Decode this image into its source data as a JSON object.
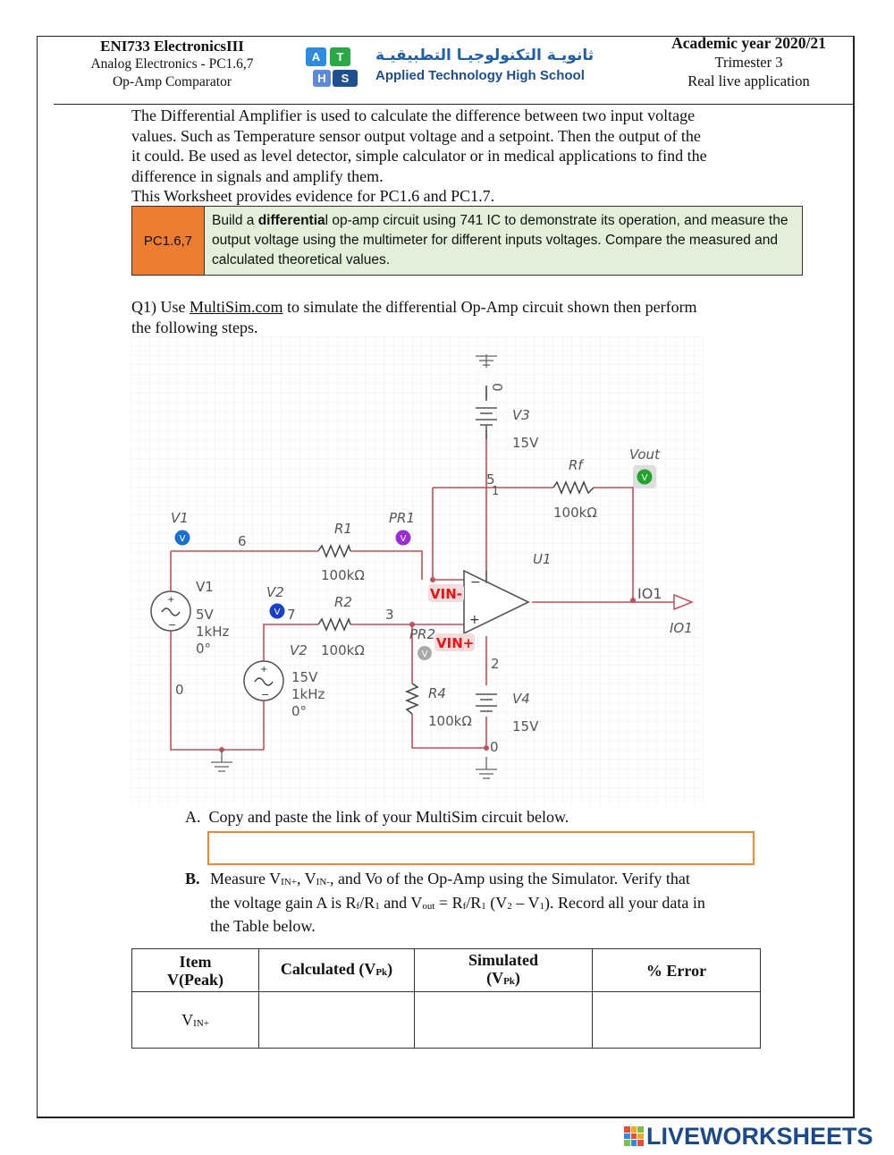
{
  "header": {
    "course": "ENI733 ElectronicsIII",
    "unit": "Analog Electronics - PC1.6,7",
    "topic": "Op-Amp Comparator",
    "year": "Academic year 2020/21",
    "trimester": "Trimester 3",
    "type": "Real live application",
    "logo_letters": [
      "A",
      "T",
      "H",
      "S"
    ],
    "school_arabic": "ثانويـة التكنولوجيـا التطبيقيـة",
    "school_english": "Applied Technology High School"
  },
  "intro": {
    "line1": "The Differential Amplifier is used to calculate the difference between two input voltage",
    "line2": "values. Such as Temperature sensor output voltage and a setpoint. Then the output of the",
    "line3": "it could. Be used as level detector, simple calculator or in medical applications to find the",
    "line4": "difference in signals and amplify them.",
    "line5": "This Worksheet provides evidence for PC1.6 and PC1.7."
  },
  "pc_box": {
    "code": "PC1.6,7",
    "desc_pre": "Build a ",
    "desc_bold": "differentia",
    "desc_post": "l op-amp circuit using 741 IC to demonstrate its operation, and measure the output voltage using the multimeter for different inputs voltages. Compare the measured and calculated theoretical values."
  },
  "q1": {
    "prefix": "Q1) Use ",
    "link": "MultiSim.com",
    "rest": " to simulate the differential Op-Amp circuit shown then perform",
    "line2": "the following steps."
  },
  "circuit": {
    "node0_top": "0",
    "v3_name": "V3",
    "v3_value": "15V",
    "node5": "5",
    "node1": "1",
    "rf_name": "Rf",
    "rf_value": "100kΩ",
    "vout_label": "Vout",
    "probe_v": "V",
    "v1_probe_label": "V1",
    "node6": "6",
    "r1_name": "R1",
    "pr1_label": "PR1",
    "r1_value": "100kΩ",
    "u1_label": "U1",
    "v1_name": "V1",
    "v1_amp": "5V",
    "v1_freq": "1kHz",
    "v1_phase": "0°",
    "v2_probe_label": "V2",
    "node7": "7",
    "r2_name": "R2",
    "node3": "3",
    "vin_minus": "VIN-",
    "io1_label": "IO1",
    "io1_label2": "IO1",
    "pr2_label": "PR2",
    "vin_plus": "VIN+",
    "v2_name": "V2",
    "r2_value": "100kΩ",
    "node0_left": "0",
    "v2_amp": "15V",
    "v2_freq": "1kHz",
    "v2_phase": "0°",
    "node2": "2",
    "r4_name": "R4",
    "r4_value": "100kΩ",
    "v4_name": "V4",
    "v4_value": "15V",
    "node0_bottom": "0",
    "minus": "−",
    "plus": "+"
  },
  "stepA": {
    "label": "A.",
    "text": "Copy and paste the link of your MultiSim circuit below."
  },
  "stepB": {
    "label": "B.",
    "l1a": "Measure V",
    "l1b": "IN+",
    "l1c": ", V",
    "l1d": "IN-",
    "l1e": ", and Vo of the Op-Amp using the Simulator. Verify that",
    "l2a": "the voltage gain A is R",
    "l2b": "f",
    "l2c": "/R",
    "l2d": "1",
    "l2e": " and V",
    "l2f": "out",
    "l2g": " = R",
    "l2h": "f",
    "l2i": "/R",
    "l2j": "1",
    "l2k": " (V",
    "l2l": "2",
    "l2m": " – V",
    "l2n": "1",
    "l2o": "). Record all your data in",
    "l3": "the Table below."
  },
  "table": {
    "h1a": "Item",
    "h1b": "V(Peak)",
    "h2a": "Calculated (V",
    "h2b": "Pk",
    "h2c": ")",
    "h3a": "Simulated",
    "h3b": "(V",
    "h3c": "Pk",
    "h3d": ")",
    "h4": "% Error",
    "row1a": "V",
    "row1b": "IN+"
  },
  "watermark": "LIVEWORKSHEETS",
  "colors": {
    "orange": "#ed7d31",
    "green_box": "#e2efd9",
    "wire": "#c0505a",
    "probe_blue": "#1a6fd1",
    "probe_purple": "#9b2cd6",
    "probe_green": "#21a32d",
    "brand": "#1b4a8c"
  }
}
